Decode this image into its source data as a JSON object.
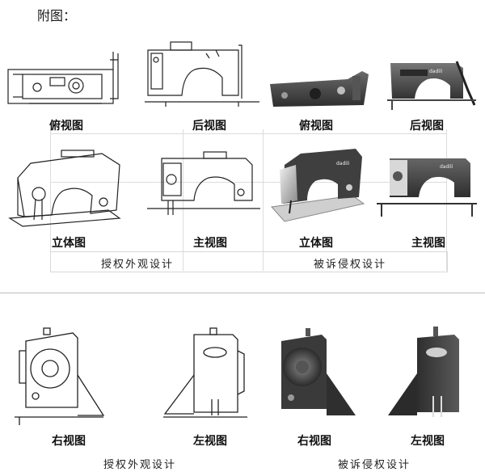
{
  "heading": "附图：",
  "top_section": {
    "row1_labels": [
      "俯视图",
      "后视图",
      "俯视图",
      "后视图"
    ],
    "row2_labels": [
      "立体图",
      "主视图",
      "立体图",
      "主视图"
    ],
    "captions": [
      "授权外观设计",
      "被诉侵权设计"
    ]
  },
  "bottom_section": {
    "labels": [
      "右视图",
      "左视图",
      "右视图",
      "左视图"
    ],
    "captions": [
      "授权外观设计",
      "被诉侵权设计"
    ]
  },
  "colors": {
    "drawing_line": "#222222",
    "photo_dark": "#3a3a3a",
    "photo_mid": "#6b6b6b",
    "photo_light": "#d9d9d9"
  }
}
